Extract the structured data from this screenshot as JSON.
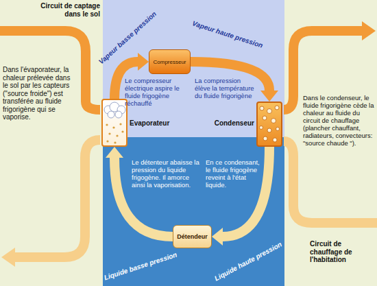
{
  "diagram": {
    "nodes": [
      {
        "text": [
          "Evaporateur"
        ]
      },
      {
        "text": [
          "Compresseur"
        ]
      },
      {
        "text": [
          "Condenseur"
        ]
      },
      {
        "text": [
          "Détendeur"
        ]
      }
    ],
    "edges": [
      {
        "from": 0,
        "to": 1,
        "arrow": "to",
        "label": "Vapeur basse pression"
      },
      {
        "from": 1,
        "to": 2,
        "arrow": "to",
        "label": "Vapeur haute pression"
      },
      {
        "from": 2,
        "to": 3,
        "arrow": "to",
        "label": "Liquide haute pression"
      },
      {
        "from": 3,
        "to": 0,
        "arrow": "to",
        "label": "Liquide basse pression"
      }
    ],
    "labels": [
      "Circuit de captage dans le sol",
      "Dans l'évaporateur, la chaleur prélevée dans le sol par les capteurs (\"source froide\") est transférée au fluide frigorigène qui se vaporise.",
      "Le compresseur électrique aspire le fluide frigogène réchauffé",
      "La compression élève la température du fluide frigorigène",
      "Dans le condenseur, le fluide frigorigène cède la chaleur au fluide du circuit de chauffage (plancher chauffant, radiateurs, convecteurs: \"source chaude \").",
      "Le détenteur abaisse la pression du liquide frigogène. Il amorce ainsi la vaporisation.",
      "En ce condensant, le fluide frigogène reveint à l'état liquide.",
      "Circuit de chauffage de l'habitation"
    ]
  }
}
